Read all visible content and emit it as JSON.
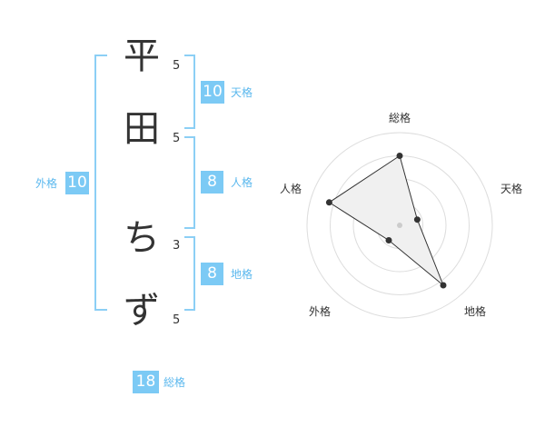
{
  "name": {
    "chars": [
      "平",
      "田",
      "ち",
      "ず"
    ],
    "strokes": [
      "5",
      "5",
      "3",
      "5"
    ]
  },
  "fortunes": {
    "tenkaku": {
      "value": "10",
      "label": "天格"
    },
    "jinkaku": {
      "value": "8",
      "label": "人格"
    },
    "chikaku": {
      "value": "8",
      "label": "地格"
    },
    "gaikaku": {
      "value": "10",
      "label": "外格"
    },
    "soukaku": {
      "value": "18",
      "label": "総格"
    }
  },
  "chart_data": {
    "type": "radar",
    "axes": [
      "総格",
      "天格",
      "地格",
      "外格",
      "人格"
    ],
    "values": [
      0.75,
      0.2,
      0.8,
      0.2,
      0.8
    ],
    "rings": 4,
    "colors": {
      "fill": "#f0f0f0",
      "line": "#333333",
      "grid": "#dddddd",
      "center": "#cccccc"
    }
  }
}
